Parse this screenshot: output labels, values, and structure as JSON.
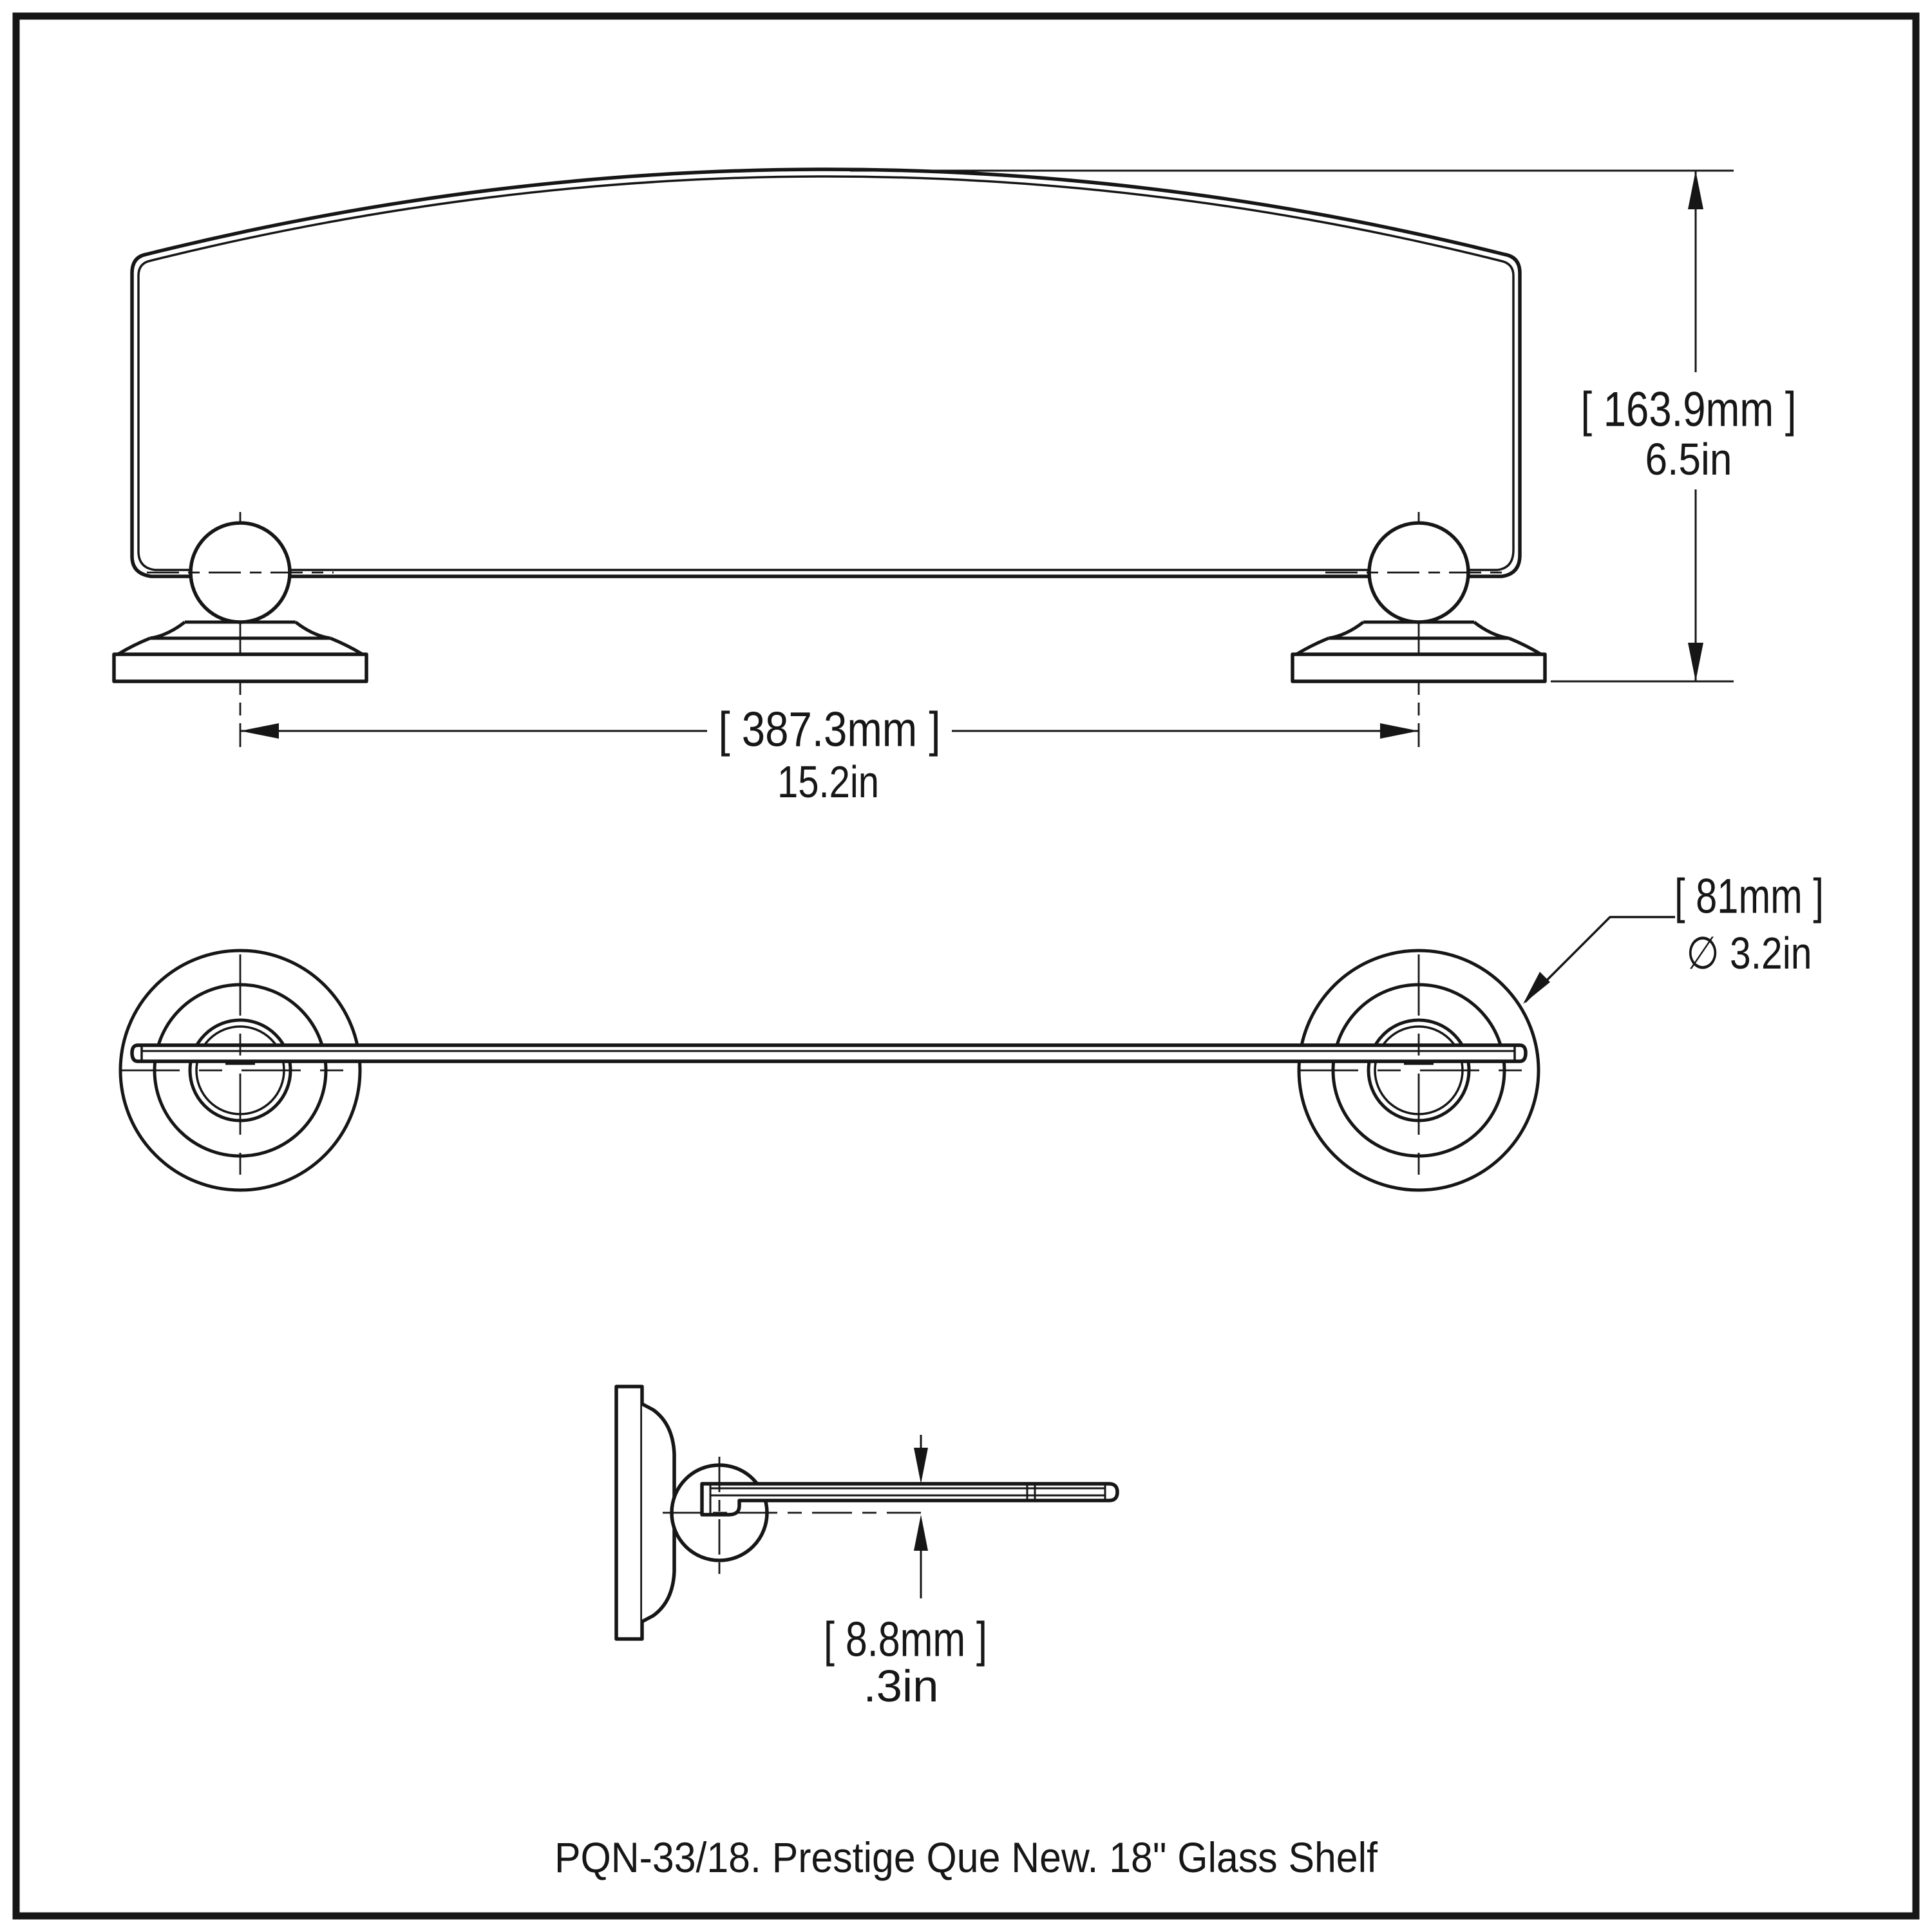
{
  "page": {
    "background_color": "#ffffff",
    "line_color": "#161616"
  },
  "caption": "PQN-33/18. Prestige Que New. 18\" Glass Shelf",
  "front_view": {
    "name": "front elevation of glass shelf",
    "height_dim": {
      "mm": "[ 163.9mm ]",
      "inches": "6.5in"
    },
    "width_dim": {
      "mm": "[ 387.3mm ]",
      "inches": "15.2in"
    }
  },
  "plan_view": {
    "name": "top view of shelf with wall flanges",
    "diameter_dim": {
      "mm": "[ 81mm ]",
      "inches": "∅ 3.2in"
    }
  },
  "side_view": {
    "name": "side profile of wall mount and glass",
    "thickness_dim": {
      "mm": "[ 8.8mm ]",
      "inches": ".3in"
    }
  }
}
